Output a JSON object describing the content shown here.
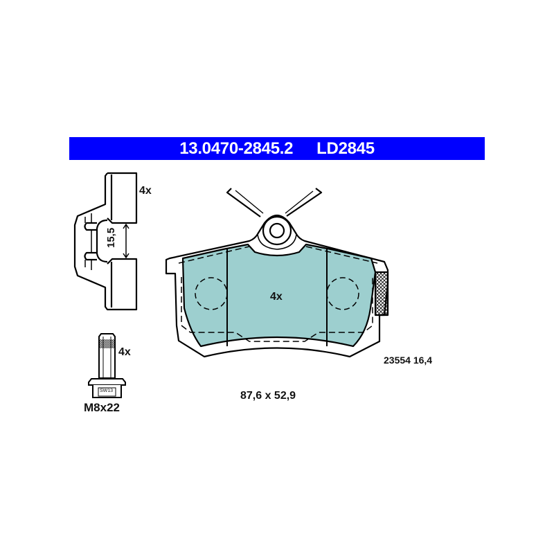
{
  "header": {
    "part_number": "13.0470-2845.2",
    "reference": "LD2845",
    "background_color": "#0000ff",
    "text_color": "#ffffff"
  },
  "clip": {
    "quantity": "4x",
    "dimension": "15,5"
  },
  "bolt": {
    "quantity": "4x",
    "wrench_size": "SW13",
    "size": "M8x22"
  },
  "pad": {
    "quantity": "4x",
    "fill_color": "#9dcfcf",
    "dimensions": "87,6 x 52,9",
    "wva_and_thickness": "23554 16,4"
  }
}
